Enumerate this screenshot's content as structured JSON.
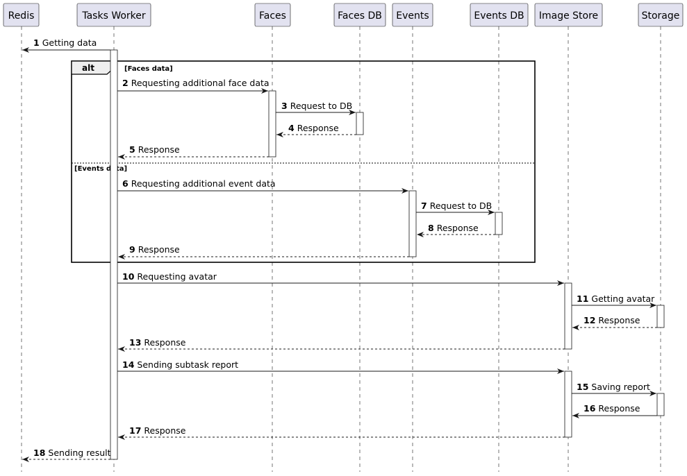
{
  "participants": [
    {
      "id": "redis",
      "label": "Redis"
    },
    {
      "id": "worker",
      "label": "Tasks Worker"
    },
    {
      "id": "faces",
      "label": "Faces"
    },
    {
      "id": "facesdb",
      "label": "Faces DB"
    },
    {
      "id": "events",
      "label": "Events"
    },
    {
      "id": "eventsdb",
      "label": "Events DB"
    },
    {
      "id": "imagestore",
      "label": "Image Store"
    },
    {
      "id": "storage",
      "label": "Storage"
    }
  ],
  "fragment": {
    "kind": "alt",
    "guards": [
      "[Faces data]",
      "[Events data]"
    ]
  },
  "messages": [
    {
      "n": "1",
      "text": "Getting data",
      "from": "worker",
      "to": "redis",
      "style": "solid"
    },
    {
      "n": "2",
      "text": "Requesting additional face data",
      "from": "worker",
      "to": "faces",
      "style": "solid"
    },
    {
      "n": "3",
      "text": "Request to DB",
      "from": "faces",
      "to": "facesdb",
      "style": "solid"
    },
    {
      "n": "4",
      "text": "Response",
      "from": "facesdb",
      "to": "faces",
      "style": "dashed"
    },
    {
      "n": "5",
      "text": "Response",
      "from": "faces",
      "to": "worker",
      "style": "dashed"
    },
    {
      "n": "6",
      "text": "Requesting additional event data",
      "from": "worker",
      "to": "events",
      "style": "solid"
    },
    {
      "n": "7",
      "text": "Request to DB",
      "from": "events",
      "to": "eventsdb",
      "style": "solid"
    },
    {
      "n": "8",
      "text": "Response",
      "from": "eventsdb",
      "to": "events",
      "style": "dashed"
    },
    {
      "n": "9",
      "text": "Response",
      "from": "events",
      "to": "worker",
      "style": "dashed"
    },
    {
      "n": "10",
      "text": "Requesting avatar",
      "from": "worker",
      "to": "imagestore",
      "style": "solid"
    },
    {
      "n": "11",
      "text": "Getting avatar",
      "from": "imagestore",
      "to": "storage",
      "style": "solid"
    },
    {
      "n": "12",
      "text": "Response",
      "from": "storage",
      "to": "imagestore",
      "style": "dashed"
    },
    {
      "n": "13",
      "text": "Response",
      "from": "imagestore",
      "to": "worker",
      "style": "dashed"
    },
    {
      "n": "14",
      "text": "Sending subtask report",
      "from": "worker",
      "to": "imagestore",
      "style": "solid"
    },
    {
      "n": "15",
      "text": "Saving report",
      "from": "imagestore",
      "to": "storage",
      "style": "solid"
    },
    {
      "n": "16",
      "text": "Response",
      "from": "storage",
      "to": "imagestore",
      "style": "solid"
    },
    {
      "n": "17",
      "text": "Response",
      "from": "imagestore",
      "to": "worker",
      "style": "dashed"
    },
    {
      "n": "18",
      "text": "Sending result",
      "from": "worker",
      "to": "redis",
      "style": "dashed"
    }
  ],
  "colors": {
    "participant_fill": "#E2E2F0",
    "participant_border": "#181818",
    "lifeline": "#181818",
    "arrow": "#181818",
    "fragment_tab": "#EEEEEE"
  }
}
